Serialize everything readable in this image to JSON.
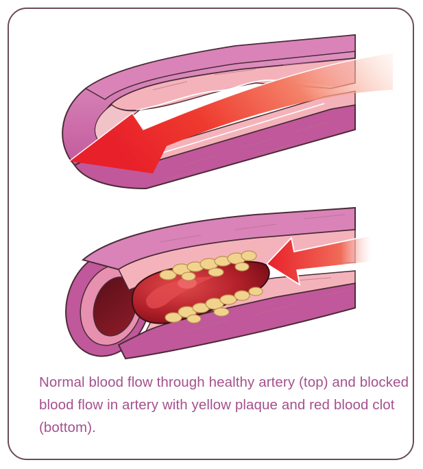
{
  "caption": {
    "text": "Normal blood flow through healthy artery (top) and blocked blood flow in artery with yellow plaque and red blood clot (bottom)."
  },
  "colors": {
    "frame_border": "#6b4b55",
    "caption_text": "#a4508e",
    "artery_outer": "#c1589b",
    "artery_wall_side": "#d983b9",
    "artery_inner_lining": "#f4b3ba",
    "vessel_outline": "#4a2b36",
    "blood_flow_arrow": "#e8202a",
    "plaque": "#f1d38e",
    "clot": "#b4212b"
  },
  "icons": {
    "top": [
      "healthy-artery-illustration",
      "normal-blood-flow-arrow"
    ],
    "bottom": [
      "blocked-artery-illustration",
      "yellow-plaque-deposits",
      "red-blood-clot",
      "blocked-flow-arrow"
    ]
  }
}
